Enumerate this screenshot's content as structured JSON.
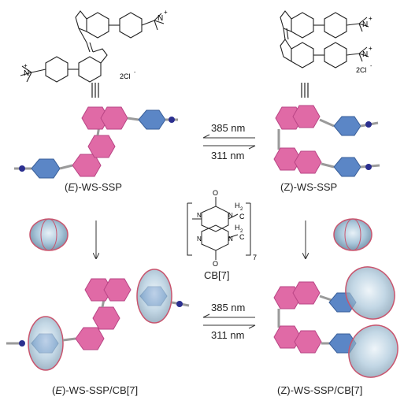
{
  "labels": {
    "e_prefix": "(",
    "e_letter": "E",
    "e_suffix": ")-WS-SSP",
    "z_label": "(Z)-WS-SSP",
    "ecb_prefix": "(",
    "ecb_letter": "E",
    "ecb_suffix": ")-WS-SSP/CB[7]",
    "zcb_label": "(Z)-WS-SSP/CB[7]",
    "cb7_label": "CB[7]",
    "top_wavelength": "385 nm",
    "bottom_wavelength": "311 nm",
    "top_wavelength_2": "385 nm",
    "bottom_wavelength_2": "311 nm",
    "chloride_left": "2Cl",
    "chloride_right": "2Cl",
    "charge_minus": "-",
    "n_plus": "N",
    "plus": "+",
    "cb_O_top": "O",
    "cb_O_bottom": "O",
    "cb_N": "N",
    "cb_H2_top": "H",
    "cb_H2_bottom": "H",
    "cb_sub2": "2",
    "cb_C": "C",
    "cb_repeat": "7"
  },
  "colors": {
    "pink": "#e06aa6",
    "pink_dark": "#b94585",
    "blue": "#5b86c6",
    "blue_dark": "#3a5f99",
    "linker": "#9a9a9a",
    "atom": "#2b2f8f",
    "cavity": "#a9c6da",
    "cavity_rim": "#c9556e"
  }
}
